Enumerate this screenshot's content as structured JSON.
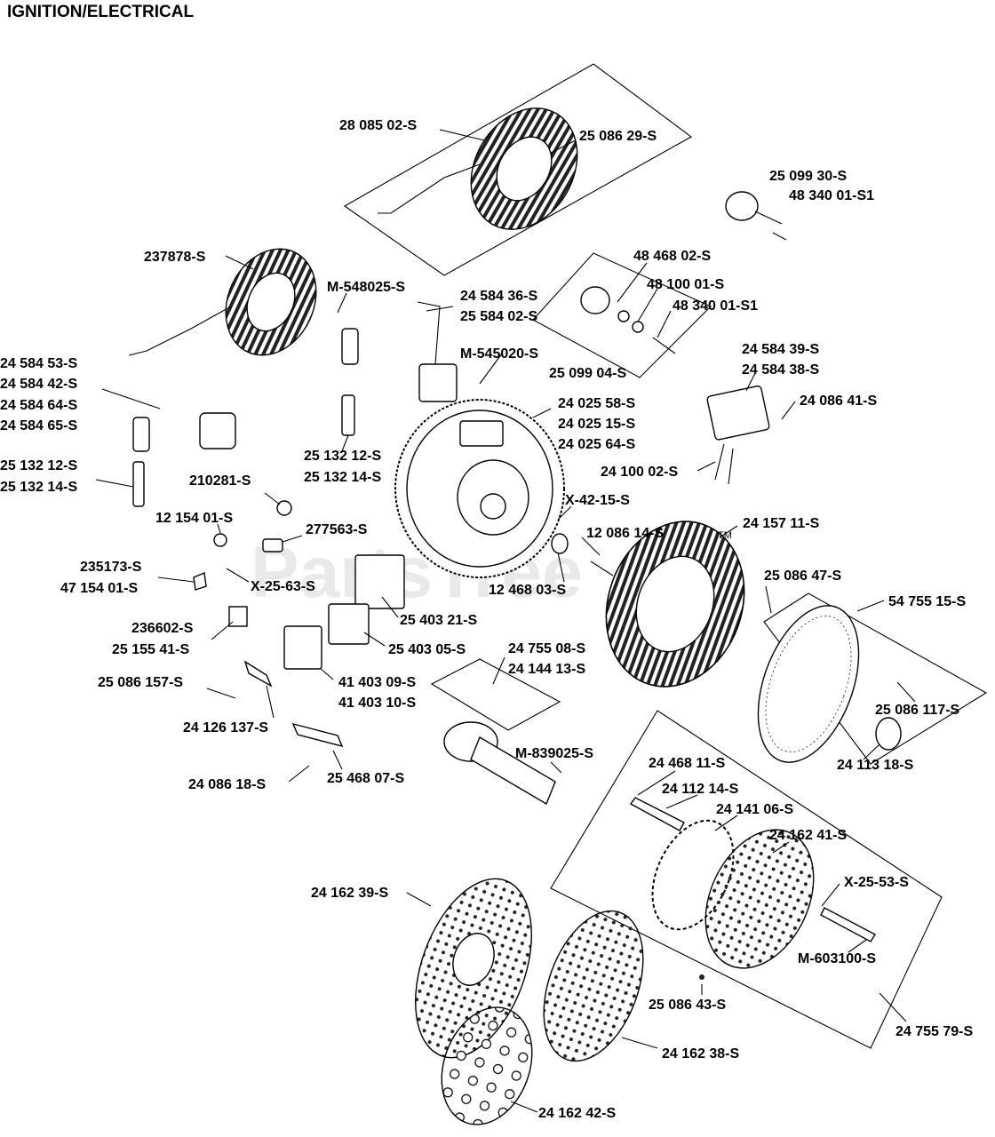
{
  "title": "IGNITION/ELECTRICAL",
  "watermark": "PartsTree",
  "watermark_tm": "TM",
  "labels": [
    "28 085 02-S",
    "25 086 29-S",
    "25 099 30-S",
    "48 340 01-S1",
    "237878-S",
    "M-548025-S",
    "24 584 36-S",
    "25 584 02-S",
    "48 468 02-S",
    "48 100 01-S",
    "48 340 01-S1",
    "24 584 53-S",
    "24 584 42-S",
    "24 584 64-S",
    "24 584 65-S",
    "M-545020-S",
    "25 099 04-S",
    "24 584 39-S",
    "24 584 38-S",
    "24 025 58-S",
    "24 025 15-S",
    "24 025 64-S",
    "24 086 41-S",
    "25 132 12-S",
    "25 132 14-S",
    "25 132 12-S",
    "25 132 14-S",
    "24 100 02-S",
    "210281-S",
    "X-42-15-S",
    "12 154 01-S",
    "277563-S",
    "12 086 14-S",
    "24 157 11-S",
    "235173-S",
    "47 154 01-S",
    "X-25-63-S",
    "12 468 03-S",
    "25 086 47-S",
    "54 755 15-S",
    "236602-S",
    "25 155 41-S",
    "25 403 21-S",
    "25 403 05-S",
    "24 755 08-S",
    "24 144 13-S",
    "25 086 157-S",
    "41 403 09-S",
    "41 403 10-S",
    "25 086 117-S",
    "24 126 137-S",
    "M-839025-S",
    "24 113 18-S",
    "24 468 11-S",
    "24 086 18-S",
    "25 468 07-S",
    "24 112 14-S",
    "24 141 06-S",
    "24 162 41-S",
    "24 162 39-S",
    "X-25-53-S",
    "M-603100-S",
    "25 086 43-S",
    "24 755 79-S",
    "24 162 38-S",
    "24 162 42-S"
  ]
}
